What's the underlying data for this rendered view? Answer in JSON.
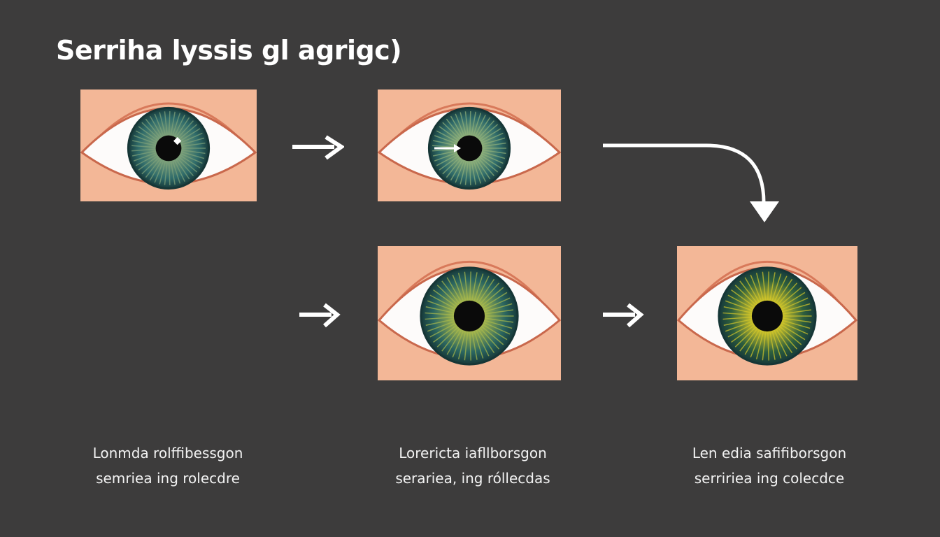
{
  "title": "Serriha lyssis gl agrigc)",
  "colors": {
    "background": "#3d3c3c",
    "skin": "#f3b797",
    "iris_outer": "#1f4a4a"
  },
  "panels": [
    {
      "name": "eye-panel-1",
      "iris": "#2f6b6a",
      "inner": "#7fa27a",
      "highlight": true
    },
    {
      "name": "eye-panel-2",
      "iris": "#2f6b6a",
      "inner": "#8fb07a",
      "pointer": true
    },
    {
      "name": "eye-panel-3",
      "iris": "#2a6560",
      "inner": "#a9b94c"
    },
    {
      "name": "eye-panel-4",
      "iris": "#2d5e3e",
      "inner": "#d2c62a"
    }
  ],
  "captions": [
    {
      "line1": "Lonmda rolffibessgon",
      "line2": "semriea ing rolecdre"
    },
    {
      "line1": "Lorericta iafllborsgon",
      "line2": "serariea, ing róllecdas"
    },
    {
      "line1": "Len edia safifiborsgon",
      "line2": "serririea ing colecdce"
    }
  ]
}
